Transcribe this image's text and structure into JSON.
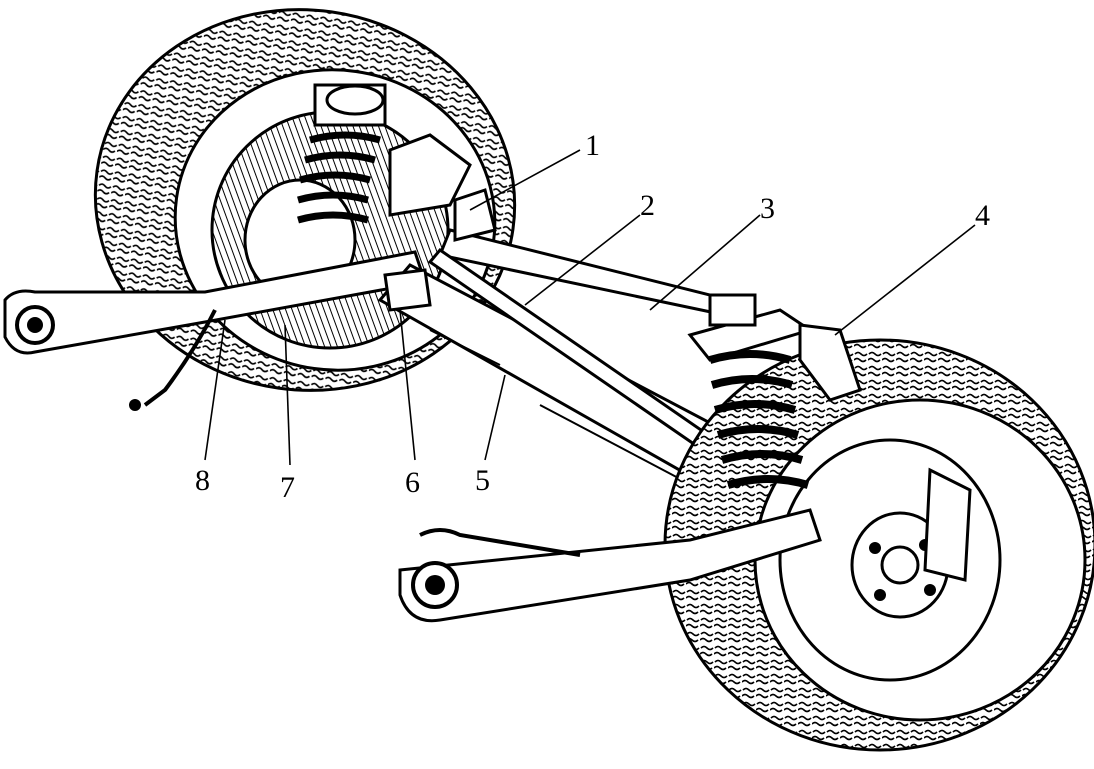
{
  "figure": {
    "labels": [
      {
        "id": "1",
        "text": "1"
      },
      {
        "id": "2",
        "text": "2"
      },
      {
        "id": "3",
        "text": "3"
      },
      {
        "id": "4",
        "text": "4"
      },
      {
        "id": "5",
        "text": "5"
      },
      {
        "id": "6",
        "text": "6"
      },
      {
        "id": "7",
        "text": "7"
      },
      {
        "id": "8",
        "text": "8"
      }
    ],
    "colors": {
      "ink": "#000000",
      "background": "#ffffff"
    }
  }
}
